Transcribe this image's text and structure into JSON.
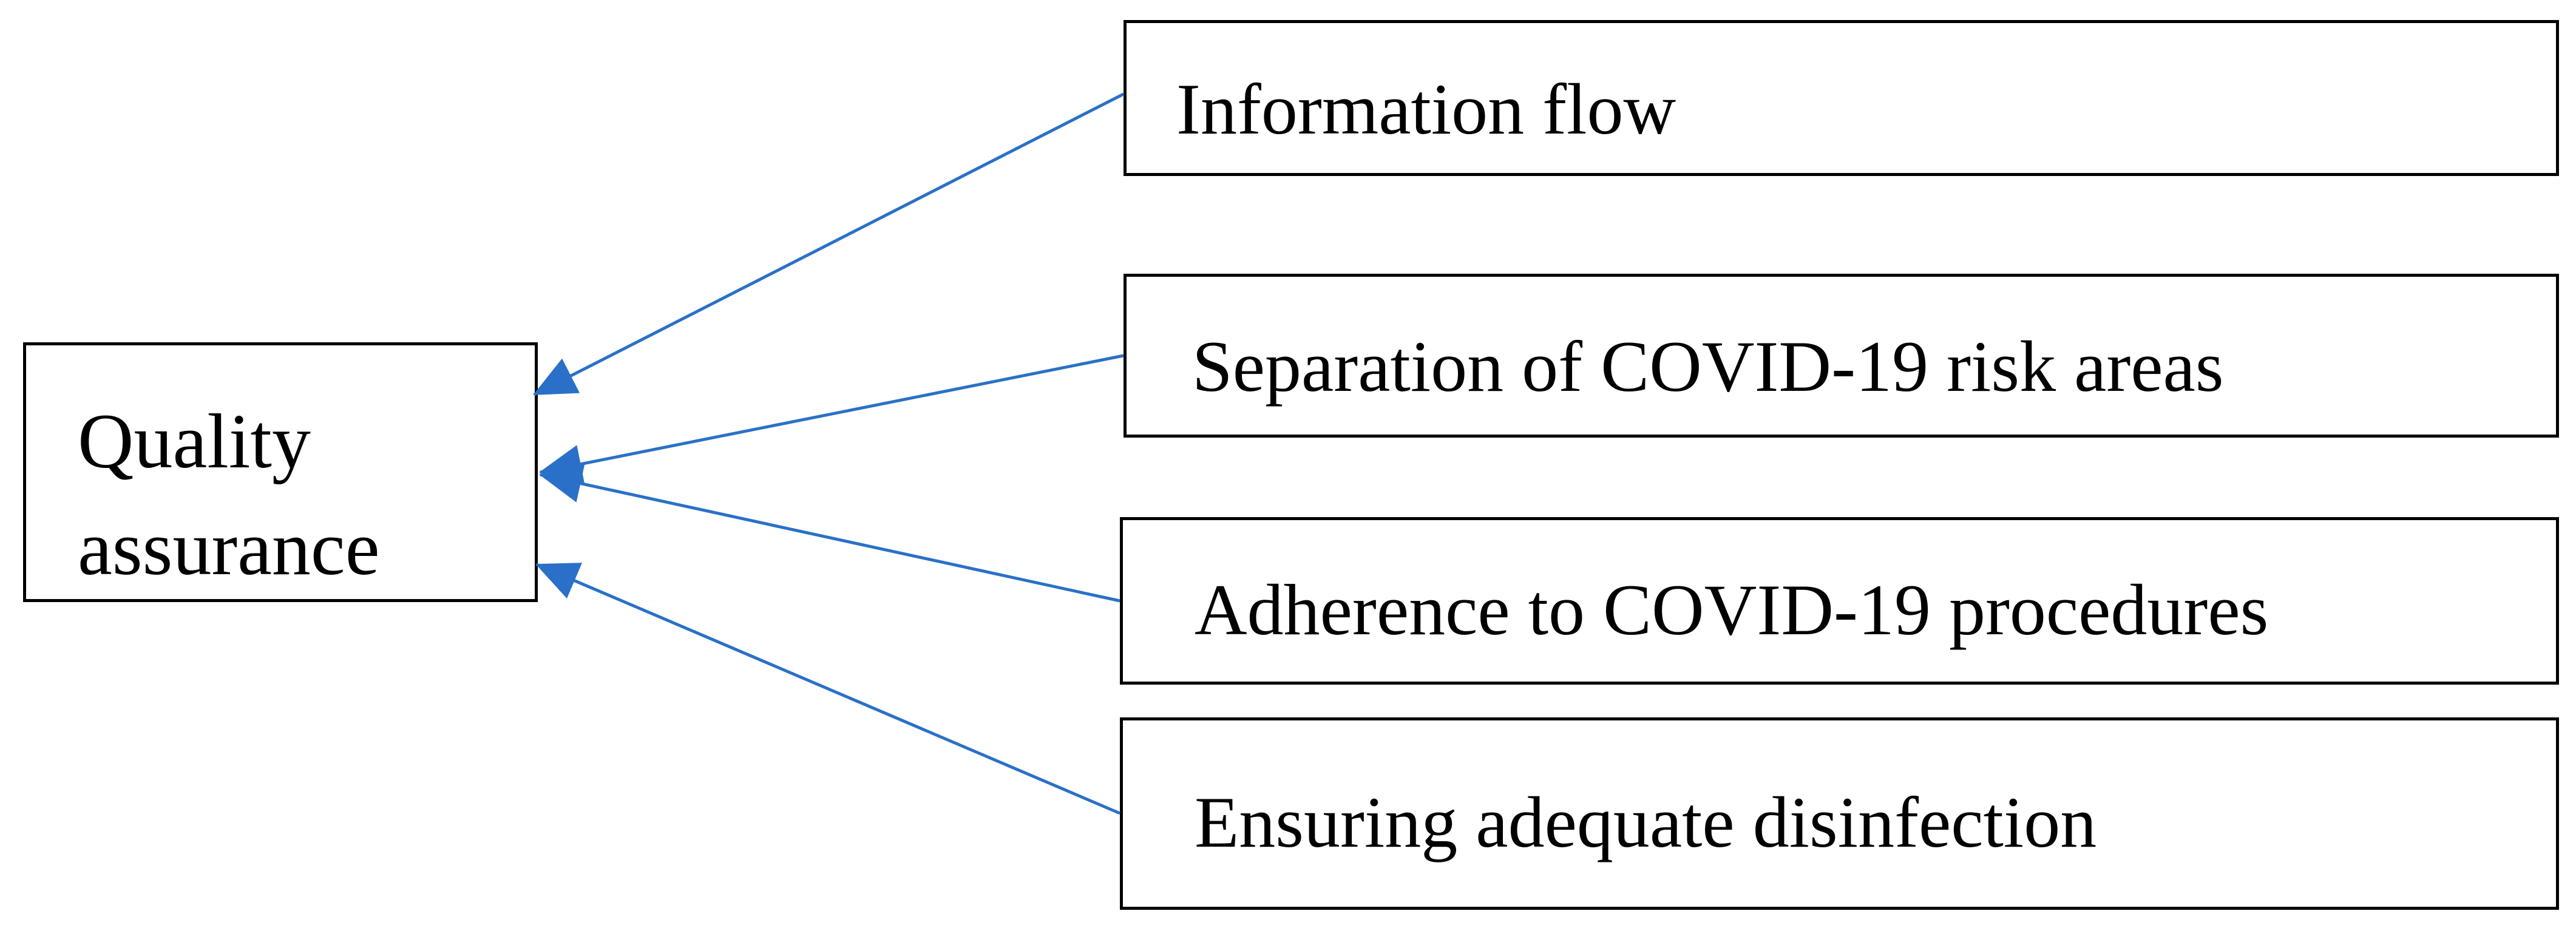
{
  "target": {
    "label": "Quality assurance"
  },
  "sources": [
    {
      "label": "Information flow"
    },
    {
      "label": "Separation of COVID-19 risk areas"
    },
    {
      "label": "Adherence to COVID-19 procedures"
    },
    {
      "label": "Ensuring adequate disinfection"
    }
  ],
  "colors": {
    "arrow": "#2a70c8",
    "box_border": "#000000",
    "text": "#000000"
  }
}
